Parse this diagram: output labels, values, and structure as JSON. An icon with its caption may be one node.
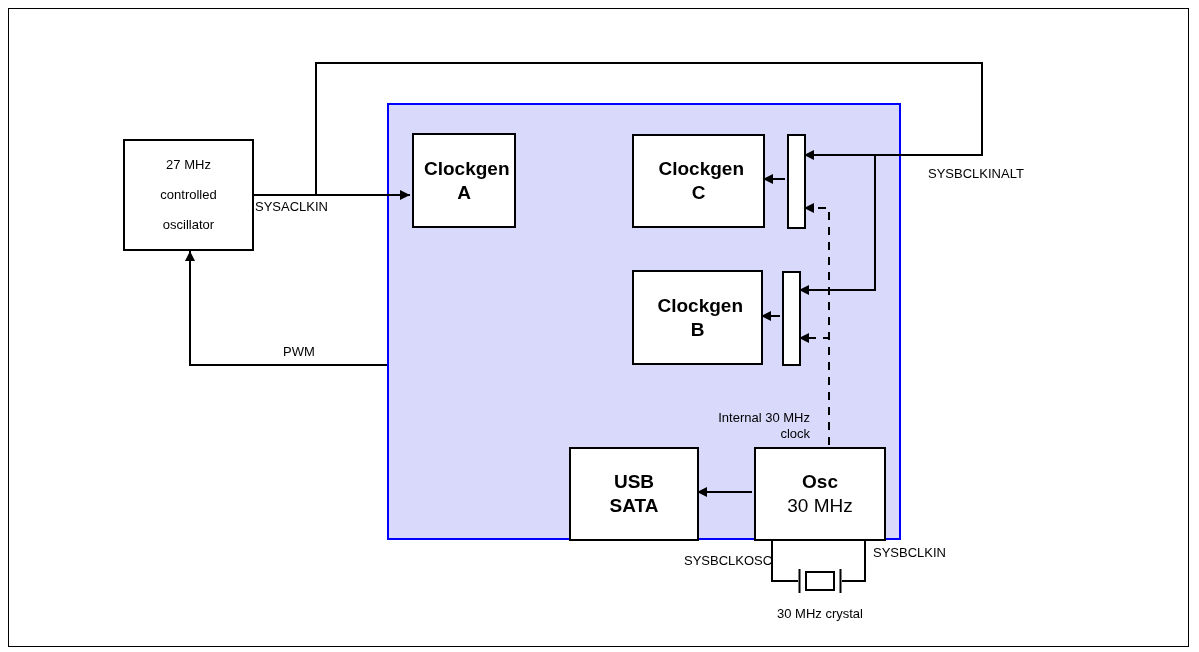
{
  "diagram": {
    "nodes": [
      {
        "text": [],
        "shape": "box"
      },
      {
        "text": [
          "27 MHz controlled oscillator"
        ]
      },
      {
        "text": [
          "Clockgen A"
        ],
        "in": 0
      },
      {
        "text": [
          "Clockgen C"
        ],
        "in": 0
      },
      {
        "text": [],
        "shape": "bar",
        "in": 0
      },
      {
        "text": [
          "Clockgen B"
        ],
        "in": 0
      },
      {
        "text": [],
        "shape": "bar",
        "in": 0
      },
      {
        "text": [
          "USB SATA"
        ],
        "in": 0
      },
      {
        "text": [
          "Osc",
          "30 MHz"
        ],
        "in": 0
      },
      {
        "text": [],
        "shape": "crystal",
        "beside": [
          "30 MHz crystal"
        ]
      }
    ],
    "edges": [
      {
        "from": 1,
        "to": 2,
        "arrow": "to",
        "label": "SYSACLKIN"
      },
      {
        "from": 1,
        "to": 4,
        "arrow": "to",
        "label": "SYSBCLKINALT"
      },
      {
        "from": 1,
        "to": 6,
        "arrow": "to"
      },
      {
        "from": 4,
        "to": 3,
        "arrow": "to"
      },
      {
        "from": 6,
        "to": 5,
        "arrow": "to"
      },
      {
        "from": 8,
        "to": 4,
        "arrow": "to",
        "style": "dashed",
        "label": "Internal 30 MHz clock"
      },
      {
        "from": 8,
        "to": 6,
        "arrow": "to",
        "style": "dashed"
      },
      {
        "from": 0,
        "to": 1,
        "arrow": "to",
        "label": "PWM"
      },
      {
        "from": 8,
        "to": 7,
        "arrow": "to"
      },
      {
        "from": 8,
        "to": 9,
        "arrow": "none",
        "label": "SYSBCLKOSC"
      },
      {
        "from": 8,
        "to": 9,
        "arrow": "none",
        "label": "SYSBCLKIN"
      }
    ]
  }
}
